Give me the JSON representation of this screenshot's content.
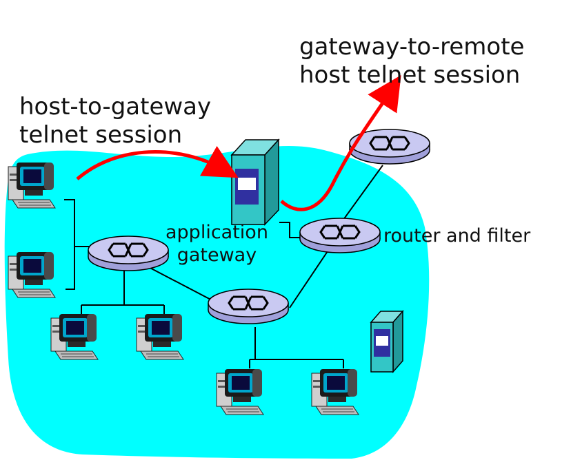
{
  "labels": {
    "host_to_gateway": [
      "host-to-gateway",
      "telnet session"
    ],
    "gateway_to_remote": [
      "gateway-to-remote",
      "host telnet session"
    ],
    "application_gateway": [
      "application",
      "gateway"
    ],
    "router_and_filter": "router and filter"
  },
  "colors": {
    "network_fill": "#00ffff",
    "router_top": "#c9c9f2",
    "router_side": "#a0a0da",
    "server_body": "#33c6c6",
    "server_panel": "#3030a0",
    "session_arrow": "#ff0000",
    "link": "#000000"
  },
  "icons": [
    "router-icon",
    "server-icon",
    "workstation-icon",
    "arrow-icon"
  ]
}
